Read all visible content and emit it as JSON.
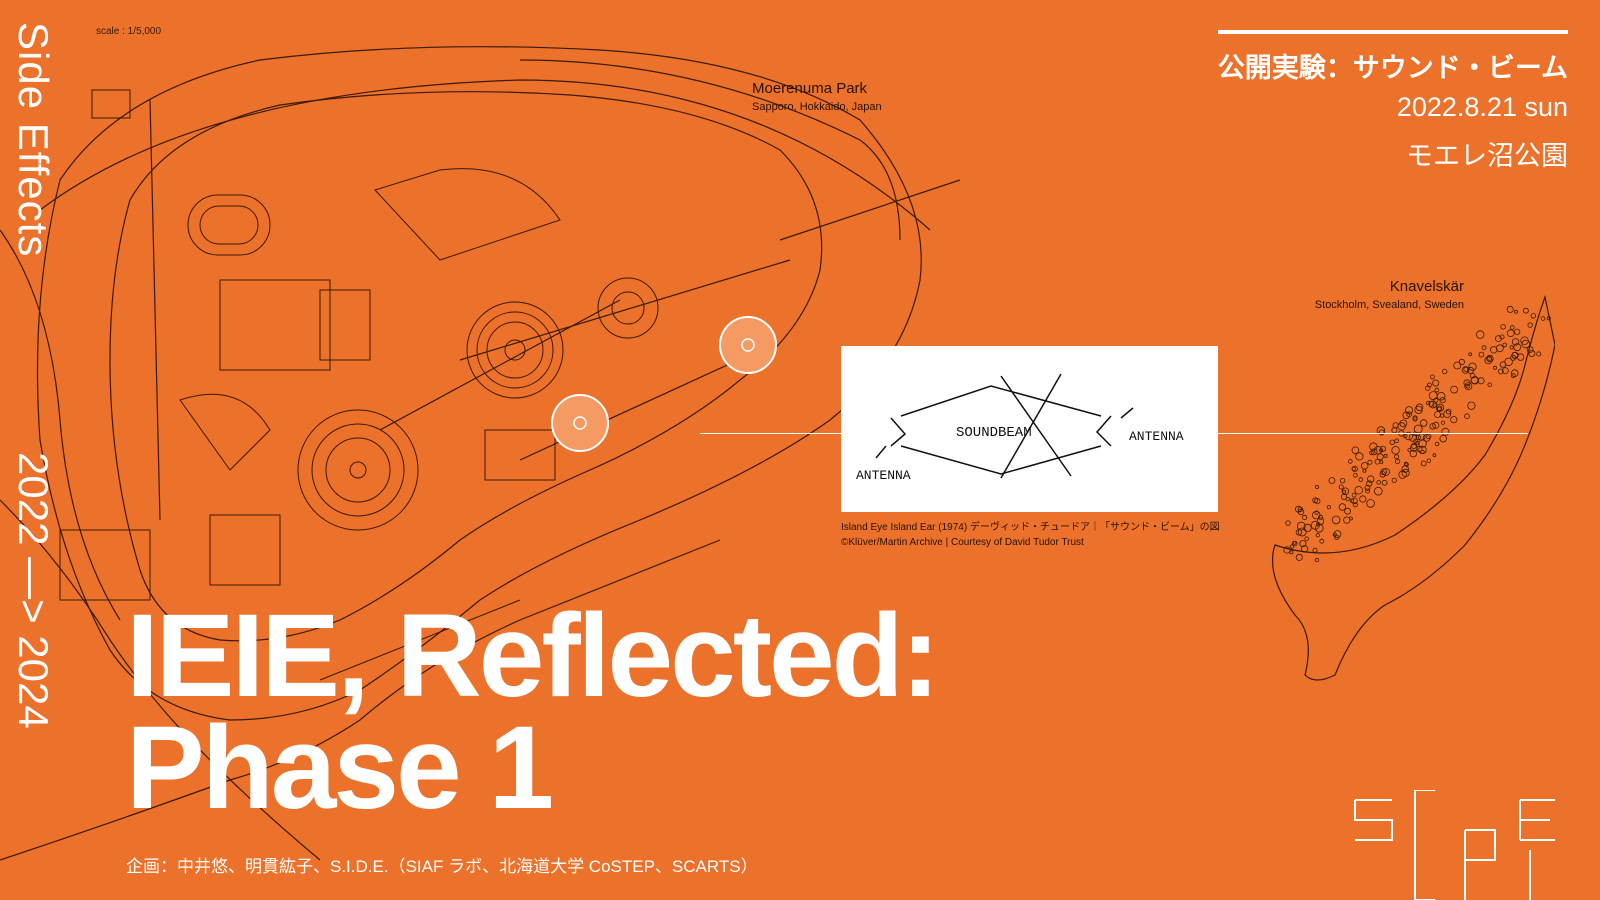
{
  "scale": "scale : 1/5,000",
  "series": {
    "title": "Side Effects",
    "years": "2022 —> 2024"
  },
  "locations": [
    {
      "name": "Moerenuma Park",
      "sub": "Sapporo, Hokkaido, Japan"
    },
    {
      "name": "Knavelskär",
      "sub": "Stockholm, Svealand, Sweden"
    }
  ],
  "event": {
    "title": "公開実験：サウンド・ビーム",
    "date": "2022.8.21 sun",
    "place": "モエレ沼公園"
  },
  "main_title": {
    "line1": "IEIE, Reflected:",
    "line2": "Phase 1"
  },
  "credits": "企画：中井悠、明貫紘子、S.I.D.E.（SIAF ラボ、北海道大学 CoSTEP、SCARTS）",
  "sketch": {
    "label_beam": "SOUNDBEAM",
    "label_antenna_right": "ANTENNA",
    "label_antenna_left": "ANTENNA"
  },
  "caption": {
    "line1": "Island Eye Island Ear (1974) デーヴィッド・チュードア｜「サウンド・ビーム」の図",
    "line2": "©Klüver/Martin Archive | Courtesy of David Tudor Trust"
  },
  "logo_text": "SIDE",
  "colors": {
    "background": "#ec712b",
    "text": "#ffffff",
    "linework": "#3a1a08"
  }
}
